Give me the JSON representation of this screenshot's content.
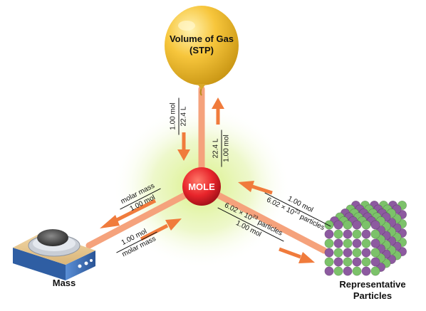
{
  "colors": {
    "arrow": "#f07b3c",
    "shaft": "#f5a27c",
    "mole_circle": "#e8252b",
    "glow": "#c8e86a",
    "balloon": "#f7c63c",
    "cube_green": "#7cc26a",
    "cube_purple": "#8d5aa0",
    "scale_blue": "#3d6fb6"
  },
  "icons": {
    "balloon": "balloon-icon",
    "scale": "balance-scale-icon",
    "cube": "particle-cube-icon"
  },
  "nodes": {
    "center": "MOLE",
    "gas_title": "Volume of Gas",
    "gas_subtitle": "(STP)",
    "mass": "Mass",
    "particles_line1": "Representative",
    "particles_line2": "Particles"
  },
  "factors": {
    "gas_to_mole": {
      "numerator": "1.00 mol",
      "denominator": "22.4 L"
    },
    "mole_to_gas": {
      "numerator": "22.4 L",
      "denominator": "1.00 mol"
    },
    "mole_to_mass": {
      "numerator": "molar mass",
      "denominator": "1.00 mol"
    },
    "mass_to_mole": {
      "numerator": "1.00 mol",
      "denominator": "molar mass"
    },
    "particles_to_mole": {
      "numerator": "1.00 mol",
      "denominator_base": "6.02 × 10",
      "denominator_exp": "23",
      "denominator_tail": " particles"
    },
    "mole_to_particles": {
      "numerator_base": "6.02 × 10",
      "numerator_exp": "23",
      "numerator_tail": " particles",
      "denominator": "1.00 mol"
    }
  }
}
